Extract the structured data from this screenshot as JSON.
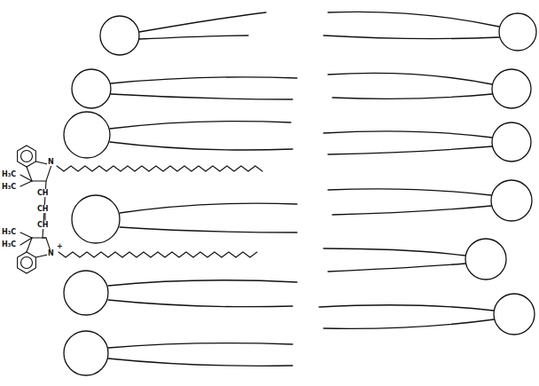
{
  "diagram": {
    "labels": [
      "H₃C",
      "H₃C",
      "N",
      "CH",
      "CH",
      "CH",
      "H₃C",
      "H₃C",
      "N",
      "+"
    ]
  }
}
